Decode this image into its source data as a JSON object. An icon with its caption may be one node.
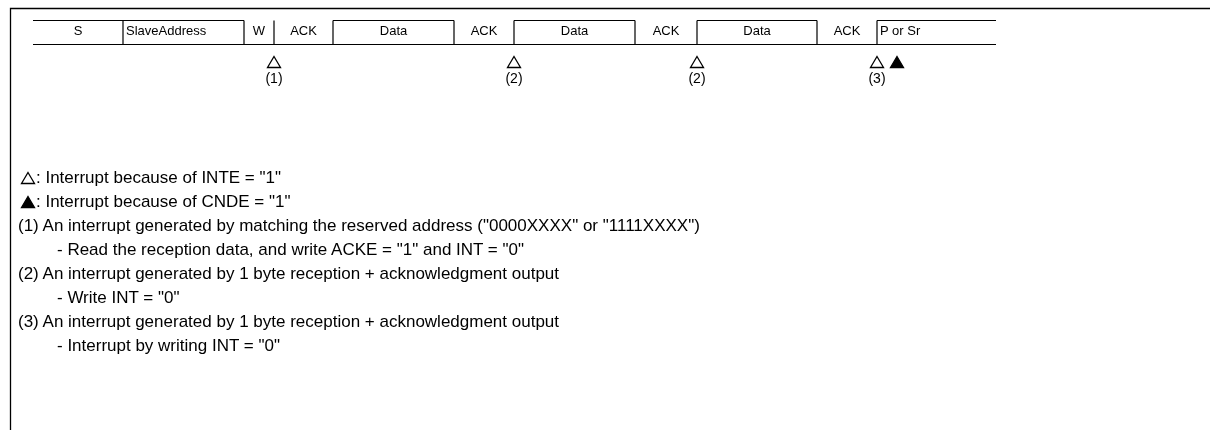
{
  "diagram": {
    "labels": [
      "S",
      "SlaveAddress",
      "W",
      "ACK",
      "Data",
      "ACK",
      "Data",
      "ACK",
      "Data",
      "ACK",
      "P or Sr",
      "(1)",
      "(2)",
      "(2)",
      "(3)",
      "(1) An interrupt generated by matching the reserved address (\"0000XXXX\" or \"1111XXXX\")",
      "- Read the reception data, and write ACKE = \"1\" and INT =  \"0\"",
      "(2) An interrupt generated by 1 byte reception + acknowledgment output",
      "- Write INT = \"0\"",
      "(3) An interrupt generated by 1 byte reception + acknowledgment output",
      "- Interrupt by writing INT = \"0\""
    ],
    "legend": [
      {
        "text": ": Interrupt because of INTE = \"1\""
      },
      {
        "text": ": Interrupt because of CNDE = \"1\""
      }
    ]
  }
}
